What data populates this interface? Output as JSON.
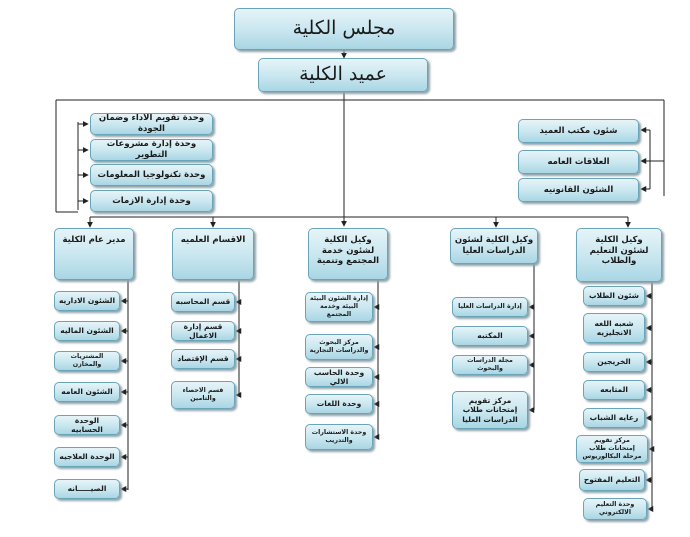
{
  "top": {
    "council": "مجلس الكلية",
    "dean": "عميد الكلية"
  },
  "left_units": [
    "وحدة تقويم الاداء وضمان الجودة",
    "وحدة إدارة مشروعات التطوير",
    "وحدة تكنولوجيا المعلومات",
    "وحدة إدارة الازمات"
  ],
  "right_units": [
    "شئون مكتب العميد",
    "العلاقات العامه",
    "الشئون القانونيه"
  ],
  "columns": [
    {
      "head": "مدير عام الكلية",
      "items": [
        "الشئون الاداريه",
        "الشئون الماليه",
        "المشتريات والمخازن",
        "الشئون العامه",
        "الوحدة الحسابيه",
        "الوحدة العلاجيه",
        "الصيـــــانه"
      ]
    },
    {
      "head": "الاقسام العلميه",
      "items": [
        "قسم المحاسبه",
        "قسم إدارة الاعمال",
        "قسم الإقتصاد",
        "قسم الاحصاء والتامين"
      ]
    },
    {
      "head": "وكيل الكلية لشئون خدمة المجتمع وتنمية",
      "items": [
        "إدارة الشئون البيئة البيئة وخدمة المجتمع",
        "مركز البحوث والدراسات التجارية",
        "وحدة الحاسب الالي",
        "وحدة اللغات",
        "وحدة الاستشارات والتدريب"
      ]
    },
    {
      "head": "وكيل الكلية لشئون الدراسات العليا",
      "items": [
        "إدارة الدراسات العليا",
        "المكتبه",
        "مجلة الدراسات والبحوث",
        "مركز تقويم إمتحانات طلاب الدراسات العليا"
      ]
    },
    {
      "head": "وكيل الكلية لشئون التعليم والطلاب",
      "items": [
        "شئون الطلاب",
        "شعبه اللغه الانجليزيه",
        "الخريجين",
        "المتابعه",
        "رعايه الشباب",
        "مركز تقويم إمتحانات طلاب مرحلة البكالوريوس",
        "التعليم المفتوح",
        "وحدة التعليم الالكتروني"
      ]
    }
  ]
}
